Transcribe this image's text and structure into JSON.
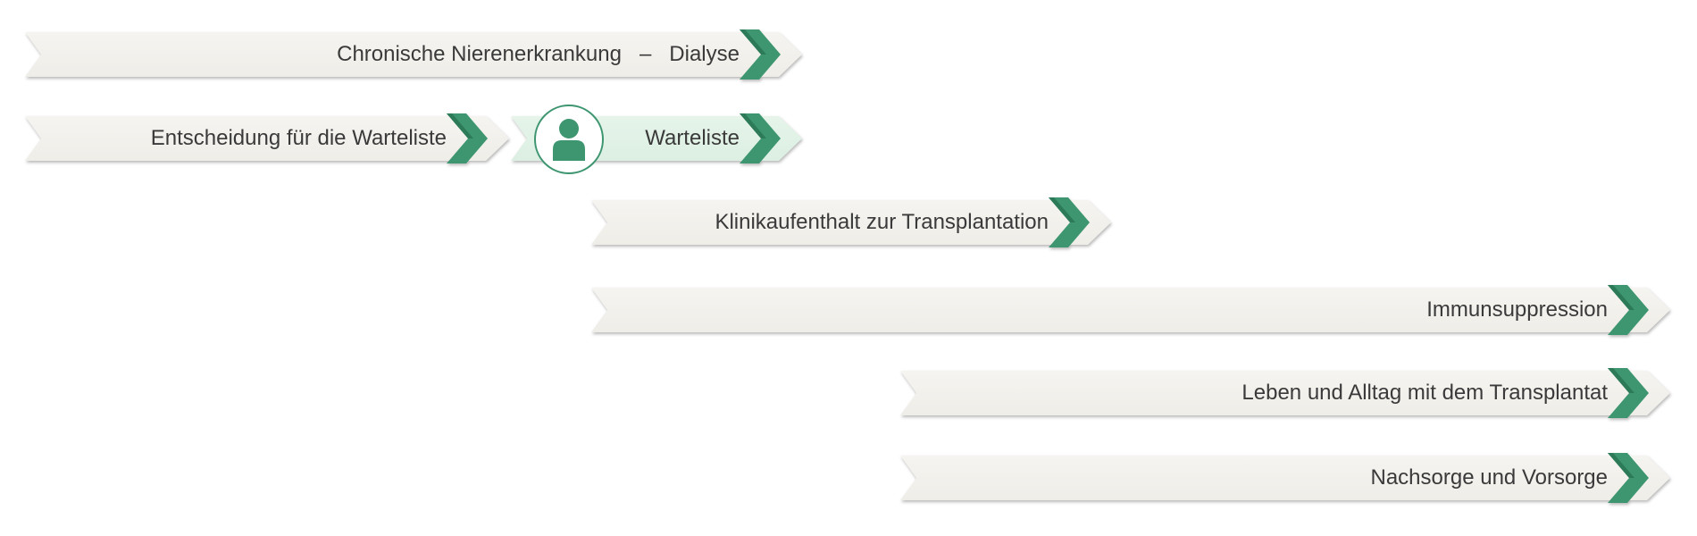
{
  "colors": {
    "accent": "#3e9670",
    "accent_dark": "#2c7a58",
    "arrow_fill": "#f3f2ee",
    "arrow_active_fill": "#e1f2e6",
    "text": "#3a3a3a"
  },
  "steps": [
    {
      "label": "Chronische Nierenerkrankung   –   Dialyse",
      "active": false
    },
    {
      "label": "Entscheidung für die Warteliste",
      "active": false
    },
    {
      "label": "Warteliste",
      "active": true,
      "icon": "person-icon"
    },
    {
      "label": "Klinikaufenthalt zur Transplantation",
      "active": false
    },
    {
      "label": "Immunsuppression",
      "active": false
    },
    {
      "label": "Leben und Alltag mit dem Transplantat",
      "active": false
    },
    {
      "label": "Nachsorge und Vorsorge",
      "active": false
    }
  ]
}
